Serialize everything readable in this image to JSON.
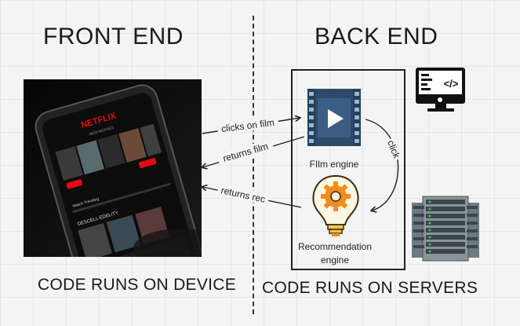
{
  "headings": {
    "front_end": "FRONT END",
    "back_end": "BACK END"
  },
  "captions": {
    "device": "CODE RUNS ON DEVICE",
    "servers": "CODE RUNS ON SERVERS"
  },
  "nodes": {
    "film_engine": "FIlm engine",
    "recommendation_engine_line1": "Recommendation",
    "recommendation_engine_line2": "engine"
  },
  "edges": {
    "clicks_on_film": "clicks on film",
    "returns_film": "returns film",
    "returns_rec": "returns rec",
    "click": "click"
  },
  "phone_screen": {
    "brand": "NETFLIX",
    "subtitle": "NEW MOVIES",
    "section1": "Watch Trending",
    "section2": "DESCELL EDELITY"
  },
  "colors": {
    "film_icon_dark": "#2e4a6b",
    "film_icon_light": "#9fb5cc",
    "gear_orange": "#f28c1e",
    "bulb_yellow": "#f6c84a",
    "netflix_red": "#e50914"
  },
  "icons": [
    "film-reel-icon",
    "lightbulb-gear-icon",
    "code-monitor-icon",
    "server-rack-icon",
    "smartphone-photo"
  ]
}
